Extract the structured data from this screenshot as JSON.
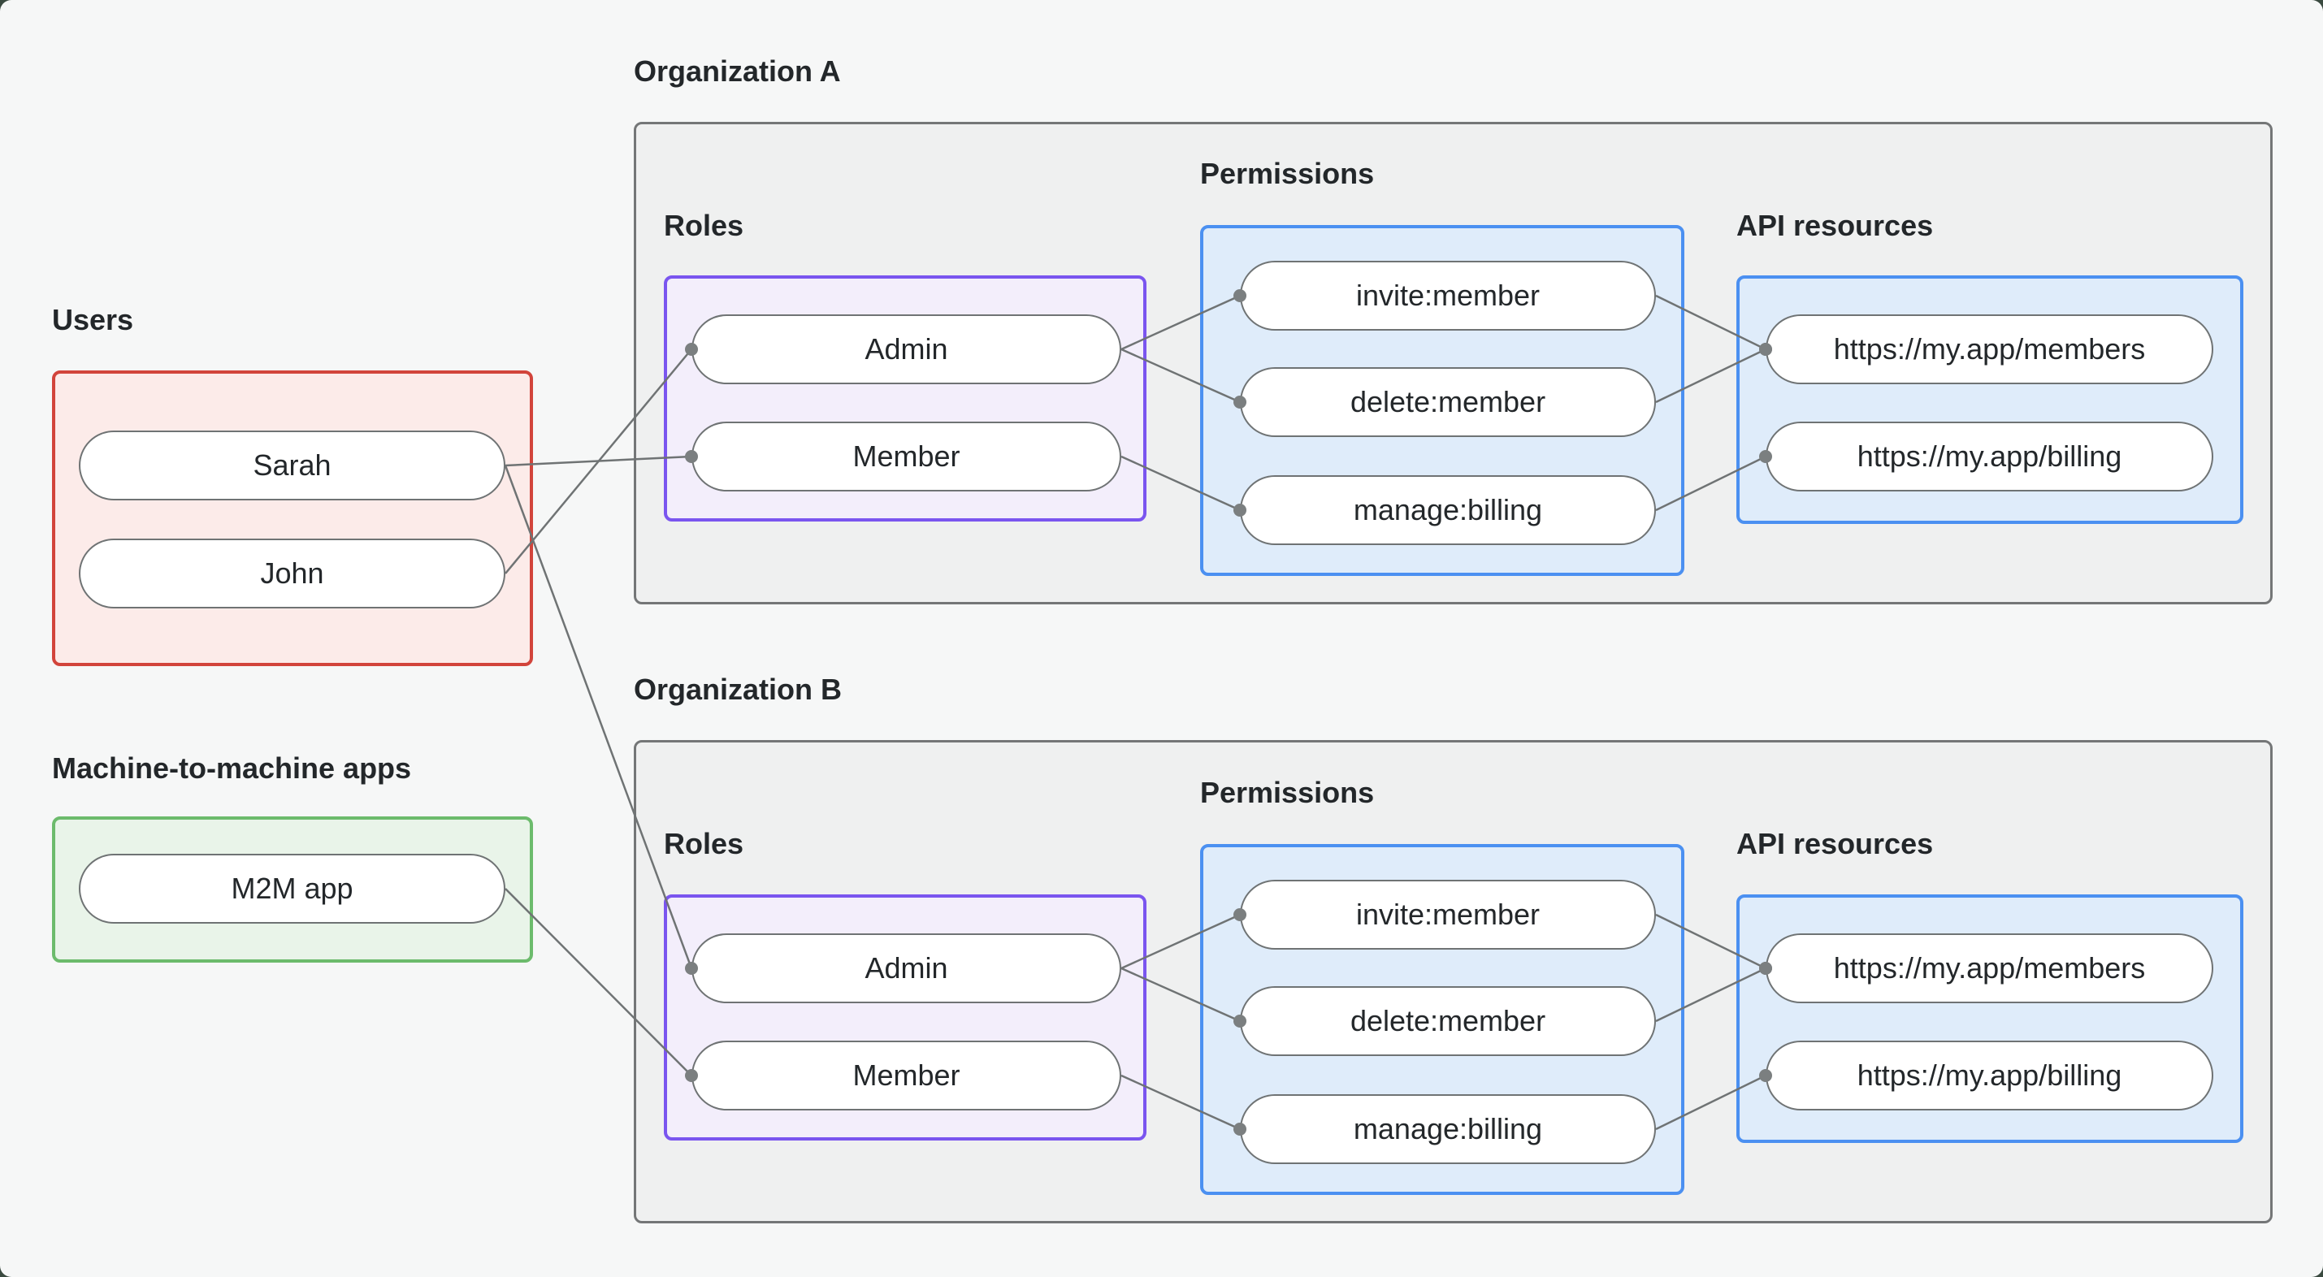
{
  "users": {
    "label": "Users",
    "items": [
      {
        "id": "sarah",
        "label": "Sarah"
      },
      {
        "id": "john",
        "label": "John"
      }
    ]
  },
  "m2m": {
    "label": "Machine-to-machine apps",
    "items": [
      {
        "id": "m2m",
        "label": "M2M app"
      }
    ]
  },
  "orgs": [
    {
      "label": "Organization A",
      "roles": {
        "label": "Roles",
        "items": [
          {
            "id": "a-admin",
            "label": "Admin"
          },
          {
            "id": "a-member",
            "label": "Member"
          }
        ]
      },
      "permissions": {
        "label": "Permissions",
        "items": [
          {
            "id": "a-invite",
            "label": "invite:member"
          },
          {
            "id": "a-delete",
            "label": "delete:member"
          },
          {
            "id": "a-manage",
            "label": "manage:billing"
          }
        ]
      },
      "api": {
        "label": "API resources",
        "items": [
          {
            "id": "a-members",
            "label": "https://my.app/members"
          },
          {
            "id": "a-billing",
            "label": "https://my.app/billing"
          }
        ]
      }
    },
    {
      "label": "Organization B",
      "roles": {
        "label": "Roles",
        "items": [
          {
            "id": "b-admin",
            "label": "Admin"
          },
          {
            "id": "b-member",
            "label": "Member"
          }
        ]
      },
      "permissions": {
        "label": "Permissions",
        "items": [
          {
            "id": "b-invite",
            "label": "invite:member"
          },
          {
            "id": "b-delete",
            "label": "delete:member"
          },
          {
            "id": "b-manage",
            "label": "manage:billing"
          }
        ]
      },
      "api": {
        "label": "API resources",
        "items": [
          {
            "id": "b-members",
            "label": "https://my.app/members"
          },
          {
            "id": "b-billing",
            "label": "https://my.app/billing"
          }
        ]
      }
    }
  ],
  "edges": [
    {
      "from": "sarah",
      "to": "a-member"
    },
    {
      "from": "john",
      "to": "a-admin"
    },
    {
      "from": "sarah",
      "to": "b-admin"
    },
    {
      "from": "m2m",
      "to": "b-member"
    },
    {
      "from": "a-admin",
      "to": "a-invite"
    },
    {
      "from": "a-admin",
      "to": "a-delete"
    },
    {
      "from": "a-member",
      "to": "a-manage"
    },
    {
      "from": "a-invite",
      "to": "a-members"
    },
    {
      "from": "a-delete",
      "to": "a-members"
    },
    {
      "from": "a-manage",
      "to": "a-billing"
    },
    {
      "from": "b-admin",
      "to": "b-invite"
    },
    {
      "from": "b-admin",
      "to": "b-delete"
    },
    {
      "from": "b-member",
      "to": "b-manage"
    },
    {
      "from": "b-invite",
      "to": "b-members"
    },
    {
      "from": "b-delete",
      "to": "b-members"
    },
    {
      "from": "b-manage",
      "to": "b-billing"
    }
  ],
  "colors": {
    "background": "#f6f7f7",
    "org_fill": "#eff0f0",
    "org_border": "#747677",
    "red_border": "#d2443b",
    "red_fill": "#fcebe9",
    "green_border": "#6cbb6c",
    "green_fill": "#e9f4e9",
    "purple_border": "#7a55ef",
    "purple_fill": "#f3eefb",
    "blue_border": "#4b90f1",
    "blue_fill": "#dfecfa",
    "pill_border": "#6f7374",
    "connector": "#6f7374",
    "dot": "#7b7f80",
    "text": "#23272a"
  }
}
